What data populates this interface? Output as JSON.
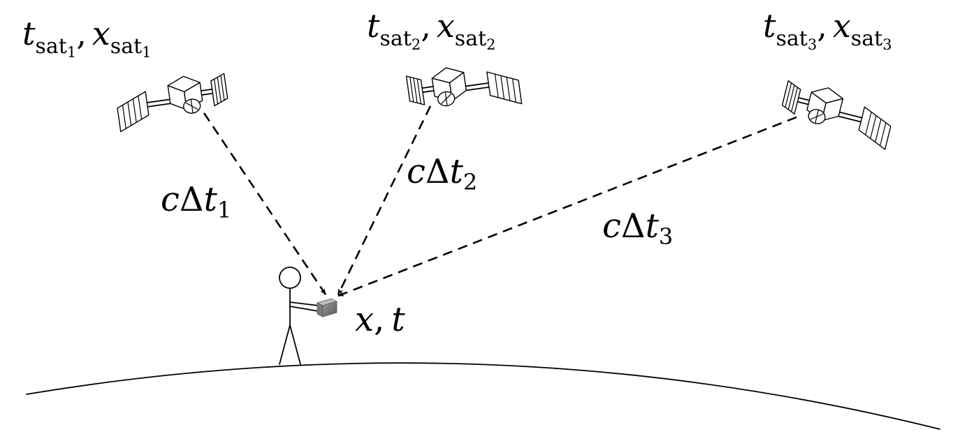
{
  "satellites": [
    {
      "t_main": "t",
      "t_sub": "sat",
      "t_index": "1",
      "x_main": "x",
      "x_sub": "sat",
      "x_index": "1",
      "icon": "satellite-icon"
    },
    {
      "t_main": "t",
      "t_sub": "sat",
      "t_index": "2",
      "x_main": "x",
      "x_sub": "sat",
      "x_index": "2",
      "icon": "satellite-icon"
    },
    {
      "t_main": "t",
      "t_sub": "sat",
      "t_index": "3",
      "x_main": "x",
      "x_sub": "sat",
      "x_index": "3",
      "icon": "satellite-icon"
    }
  ],
  "distances": [
    {
      "c": "c",
      "delta": "Δ",
      "t": "t",
      "index": "1"
    },
    {
      "c": "c",
      "delta": "Δ",
      "t": "t",
      "index": "2"
    },
    {
      "c": "c",
      "delta": "Δ",
      "t": "t",
      "index": "3"
    }
  ],
  "receiver": {
    "x": "x",
    "comma": ",",
    "t": "t",
    "icon": "gps-receiver-icon"
  },
  "observer": {
    "icon": "stick-figure-icon"
  },
  "ground": {
    "icon": "earth-surface-curve"
  },
  "separator": ","
}
